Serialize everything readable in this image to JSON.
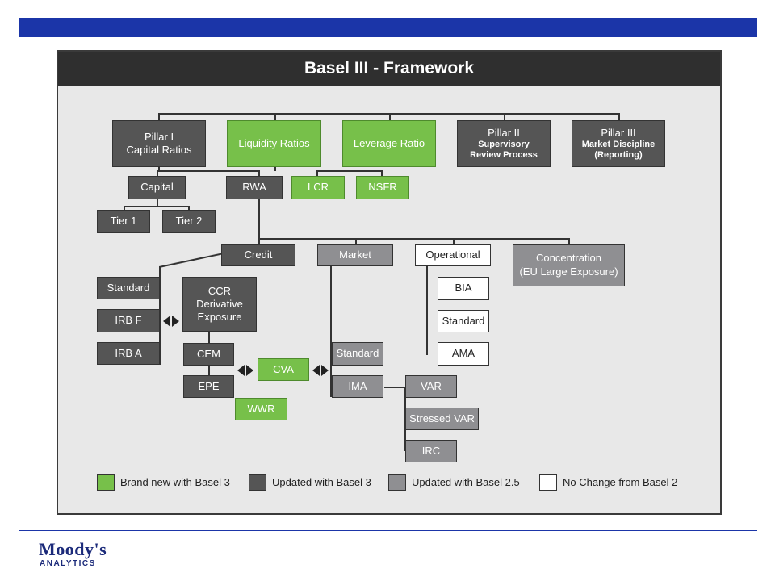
{
  "title": "Basel III - Framework",
  "pillars": {
    "pillar1": "Pillar I\nCapital Ratios",
    "liquidity": "Liquidity Ratios",
    "leverage": "Leverage Ratio",
    "pillar2_title": "Pillar II",
    "pillar2_sub": "Supervisory\nReview Process",
    "pillar3_title": "Pillar III",
    "pillar3_sub": "Market Discipline\n(Reporting)"
  },
  "nodes": {
    "capital": "Capital",
    "rwa": "RWA",
    "lcr": "LCR",
    "nsfr": "NSFR",
    "tier1": "Tier 1",
    "tier2": "Tier 2",
    "credit": "Credit",
    "market": "Market",
    "operational": "Operational",
    "concentration": "Concentration\n(EU Large Exposure)",
    "standard_credit": "Standard",
    "irbf": "IRB F",
    "irba": "IRB A",
    "ccr": "CCR\nDerivative\nExposure",
    "cem": "CEM",
    "epe": "EPE",
    "cva": "CVA",
    "wwr": "WWR",
    "bia": "BIA",
    "standard_op": "Standard",
    "ama": "AMA",
    "standard_market": "Standard",
    "ima": "IMA",
    "var": "VAR",
    "stressed_var": "Stressed VAR",
    "irc": "IRC"
  },
  "legend": [
    {
      "label": "Brand new with Basel 3",
      "color": "#77c04a"
    },
    {
      "label": "Updated with Basel 3",
      "color": "#555555"
    },
    {
      "label": "Updated with Basel 2.5",
      "color": "#8f8f92"
    },
    {
      "label": "No Change from Basel 2",
      "color": "#ffffff"
    }
  ],
  "footer": {
    "logo_main": "Moody's",
    "logo_sub": "ANALYTICS"
  }
}
